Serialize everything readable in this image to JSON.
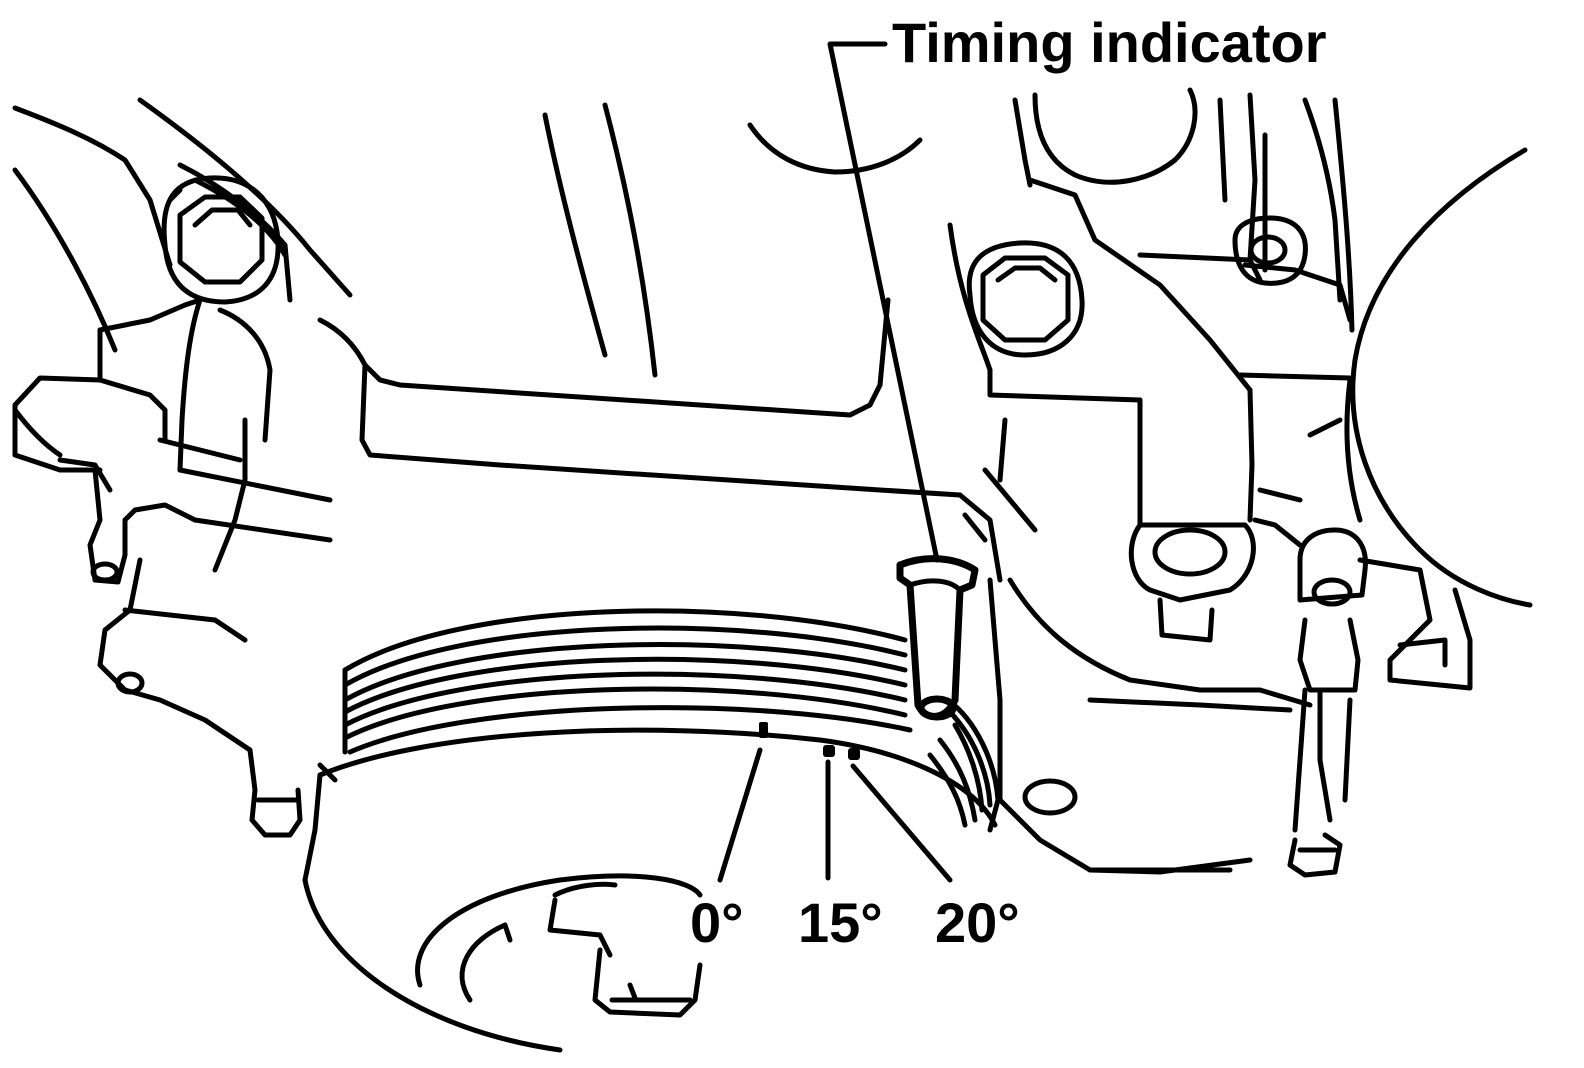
{
  "diagram": {
    "callout_label": "Timing indicator",
    "marks": [
      {
        "label": "0°"
      },
      {
        "label": "15°"
      },
      {
        "label": "20°"
      }
    ]
  }
}
